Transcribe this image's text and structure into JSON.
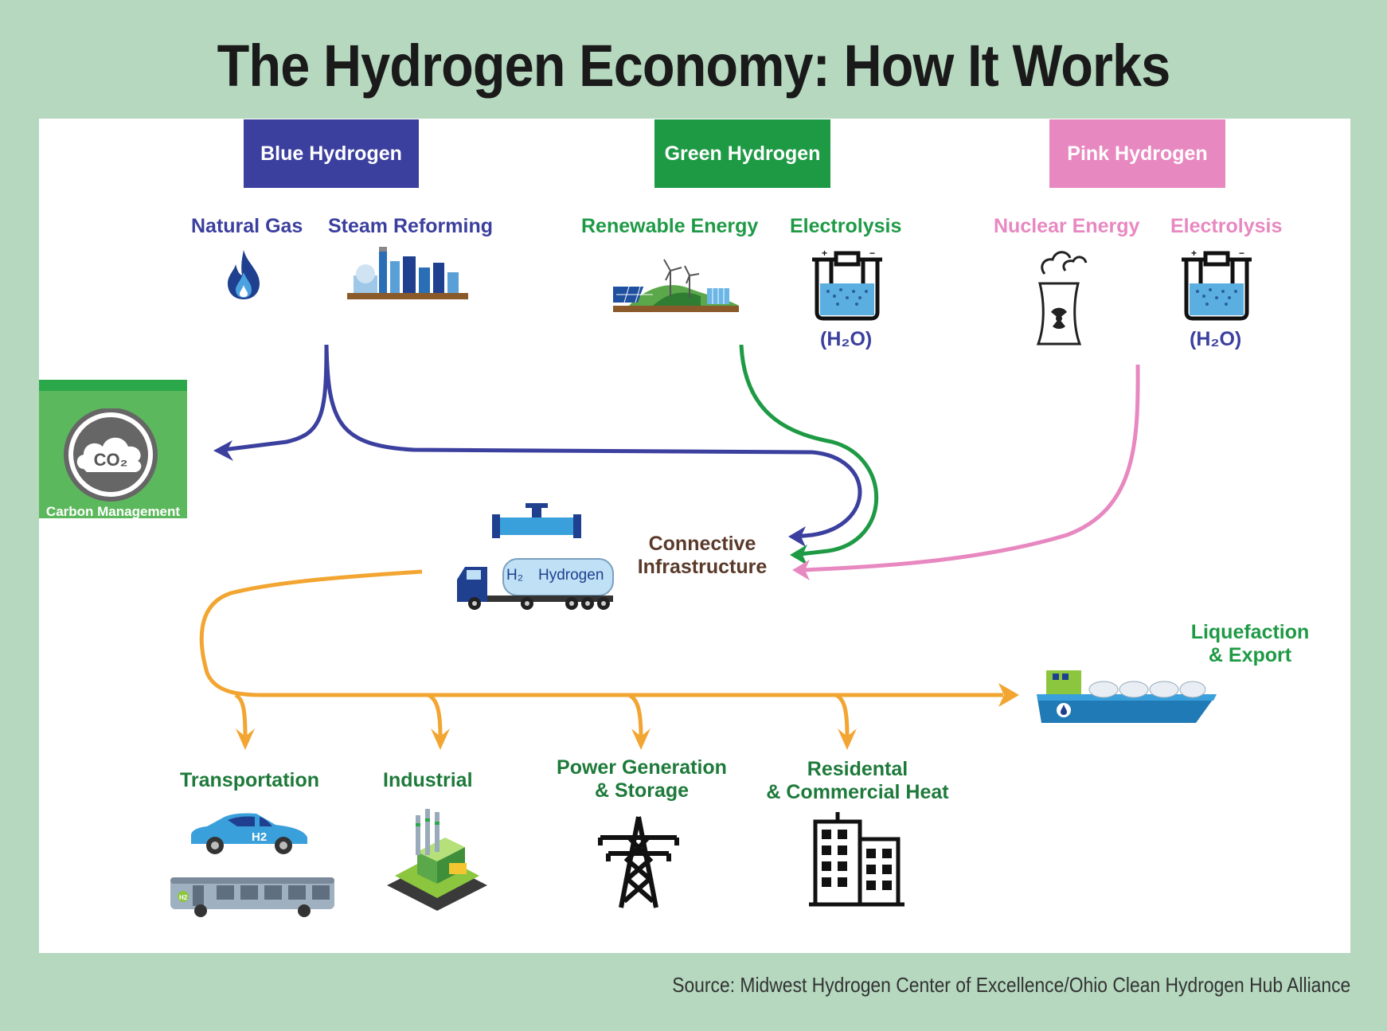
{
  "title": "The Hydrogen Economy: How It Works",
  "colors": {
    "background": "#b5d8bf",
    "blue": "#3b3f9e",
    "green": "#1e9a45",
    "pink": "#e888c0",
    "orange": "#f2a531",
    "carbon_box": "#5cb85c"
  },
  "blue": {
    "header": "Blue Hydrogen",
    "source_label": "Natural Gas",
    "process_label": "Steam Reforming"
  },
  "green": {
    "header": "Green Hydrogen",
    "source_label": "Renewable Energy",
    "process_label": "Electrolysis",
    "water_label": "(H₂O)"
  },
  "pink": {
    "header": "Pink Hydrogen",
    "source_label": "Nuclear Energy",
    "process_label": "Electrolysis",
    "water_label": "(H₂O)"
  },
  "carbon": {
    "label": "Carbon Management",
    "icon_text": "CO₂"
  },
  "infrastructure": {
    "label_line1": "Connective",
    "label_line2": "Infrastructure",
    "truck_h2": "H₂",
    "truck_text": "Hydrogen"
  },
  "export": {
    "line1": "Liquefaction",
    "line2": "& Export"
  },
  "uses": {
    "transportation": "Transportation",
    "industrial": "Industrial",
    "power_line1": "Power Generation",
    "power_line2": "& Storage",
    "heat_line1": "Residental",
    "heat_line2": "& Commercial Heat",
    "car_badge": "H2",
    "bus_badge": "H2"
  },
  "source": "Source: Midwest Hydrogen Center of Excellence/Ohio Clean Hydrogen Hub Alliance"
}
